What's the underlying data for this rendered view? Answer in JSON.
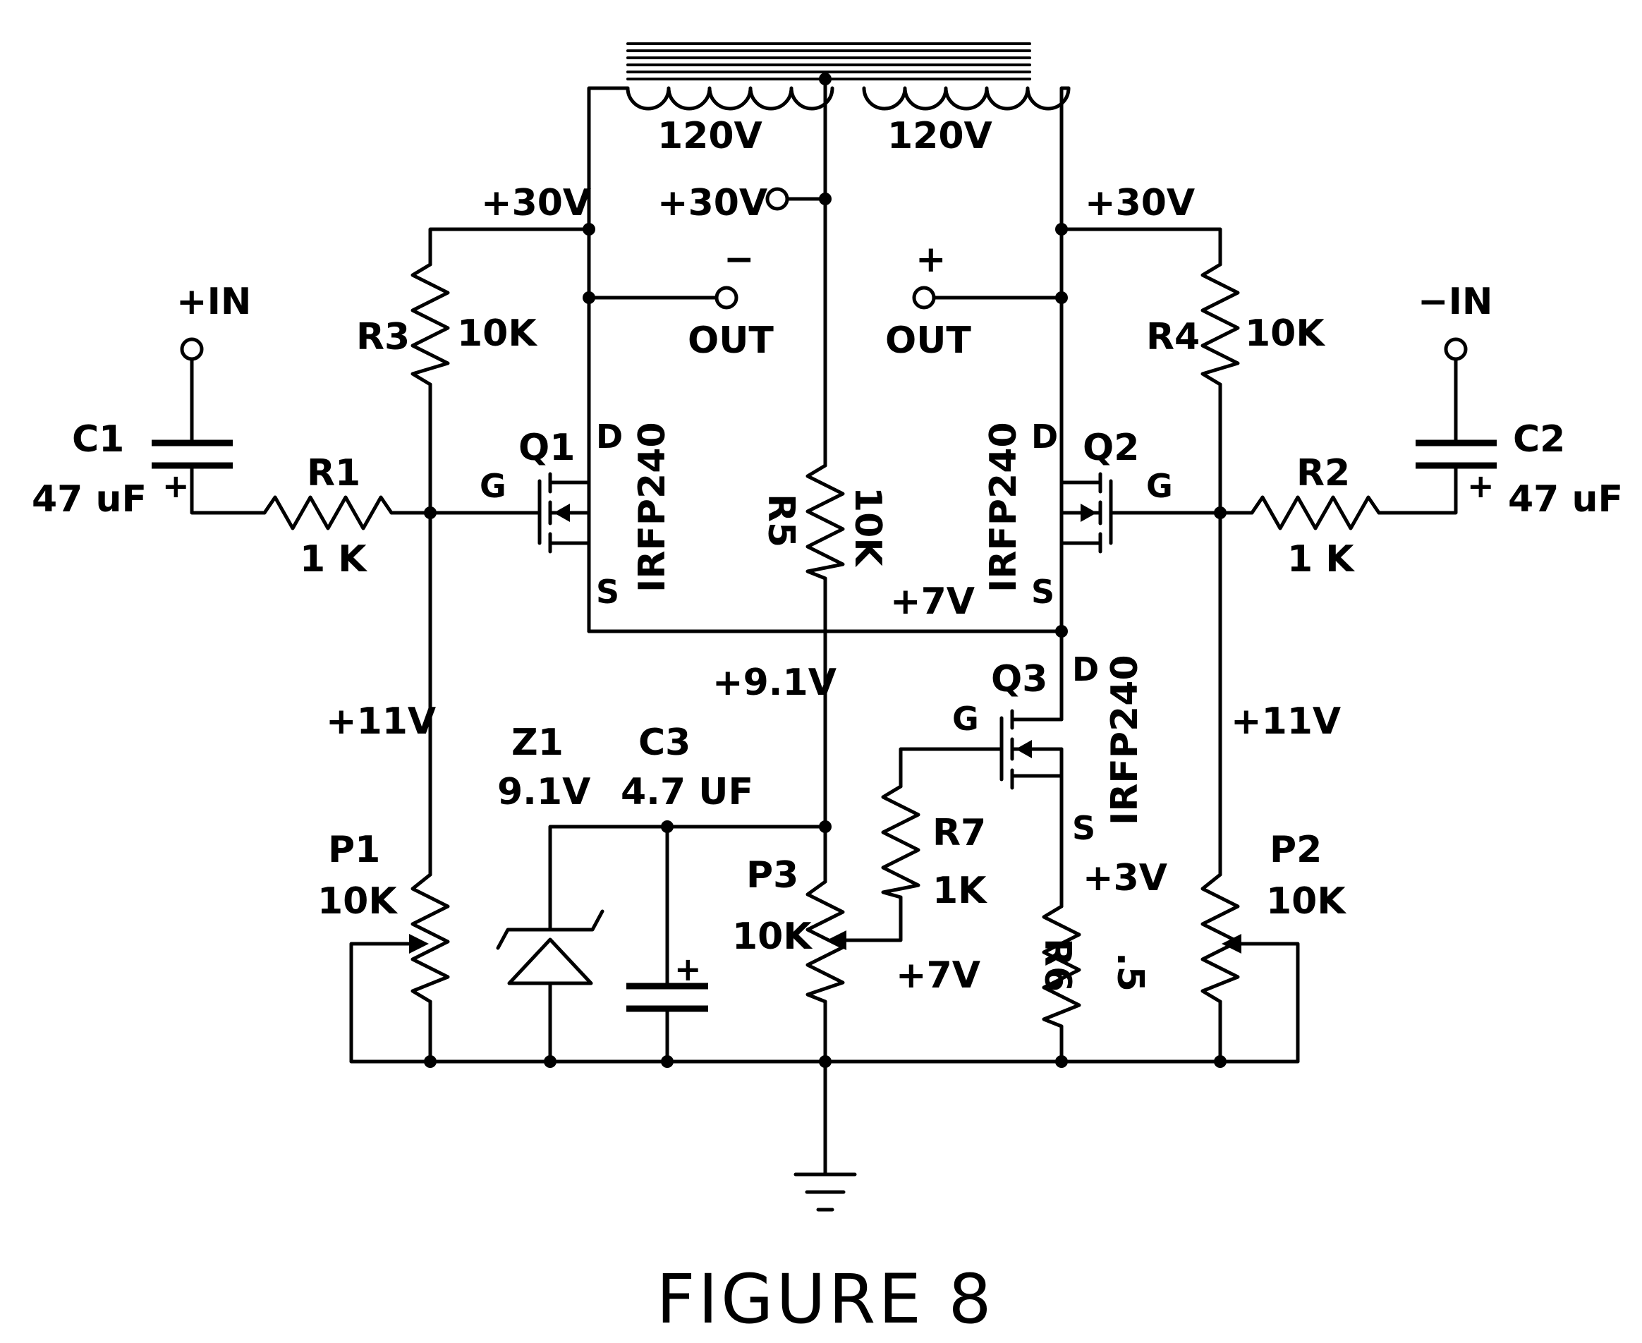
{
  "figure_title": "FIGURE 8",
  "transformer": {
    "left_winding_label": "120V",
    "right_winding_label": "120V"
  },
  "supply": {
    "center_label": "+30V",
    "left_label": "+30V",
    "right_label": "+30V"
  },
  "outputs": {
    "left_sign": "−",
    "left_label": "OUT",
    "right_sign": "+",
    "right_label": "OUT"
  },
  "inputs": {
    "pos_label": "+IN",
    "neg_label": "−IN"
  },
  "components": {
    "C1": {
      "ref": "C1",
      "value": "47 uF",
      "polarity": "+"
    },
    "C2": {
      "ref": "C2",
      "value": "47 uF",
      "polarity": "+"
    },
    "C3": {
      "ref": "C3",
      "value": "4.7 UF",
      "polarity": "+"
    },
    "R1": {
      "ref": "R1",
      "value": "1 K"
    },
    "R2": {
      "ref": "R2",
      "value": "1 K"
    },
    "R3": {
      "ref": "R3",
      "value": "10K"
    },
    "R4": {
      "ref": "R4",
      "value": "10K"
    },
    "R5": {
      "ref": "R5",
      "value": "10K"
    },
    "R6": {
      "ref": "R6",
      "value": ".5"
    },
    "R7": {
      "ref": "R7",
      "value": "1K"
    },
    "P1": {
      "ref": "P1",
      "value": "10K"
    },
    "P2": {
      "ref": "P2",
      "value": "10K"
    },
    "P3": {
      "ref": "P3",
      "value": "10K"
    },
    "Z1": {
      "ref": "Z1",
      "value": "9.1V"
    },
    "Q1": {
      "ref": "Q1",
      "part": "IRFP240",
      "gate": "G",
      "drain": "D",
      "source": "S"
    },
    "Q2": {
      "ref": "Q2",
      "part": "IRFP240",
      "gate": "G",
      "drain": "D",
      "source": "S"
    },
    "Q3": {
      "ref": "Q3",
      "part": "IRFP240",
      "gate": "G",
      "drain": "D",
      "source": "S"
    }
  },
  "node_voltages": {
    "gate_left": "+11V",
    "gate_right": "+11V",
    "sources": "+7V",
    "bias": "+9.1V",
    "wiper_p3": "+7V",
    "q3_source": "+3V"
  }
}
